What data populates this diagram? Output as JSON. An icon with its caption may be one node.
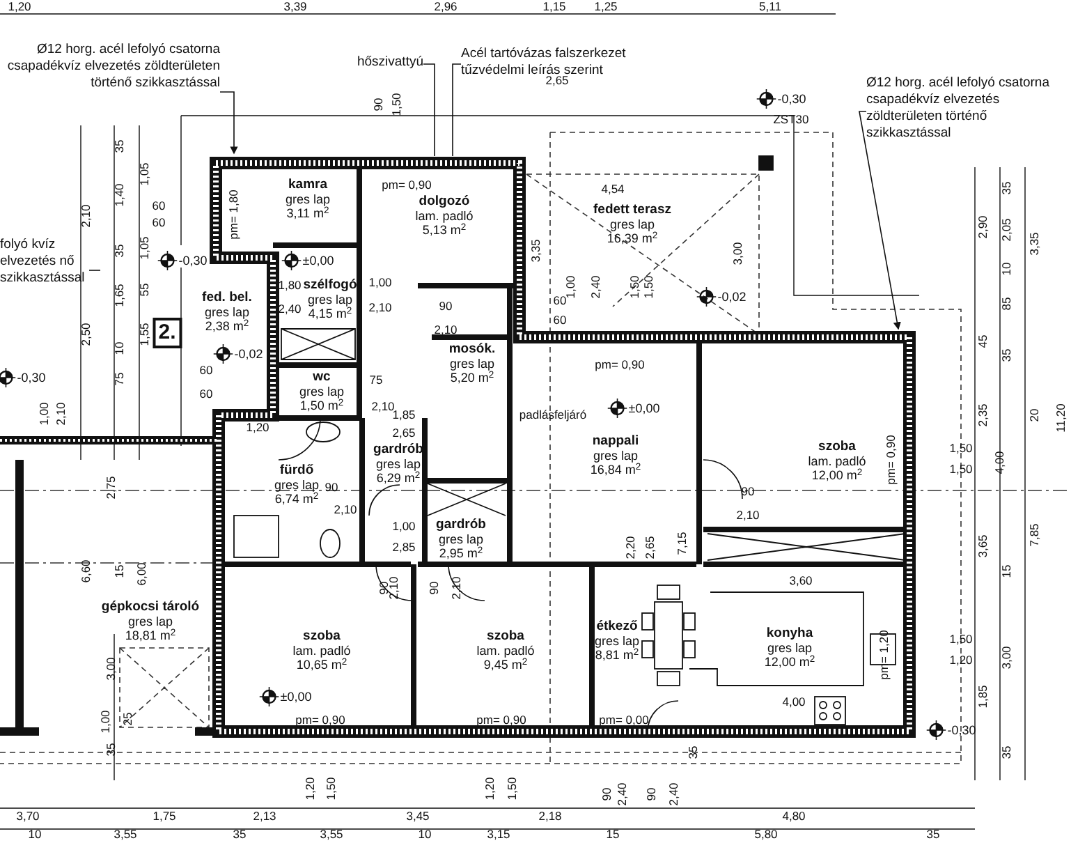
{
  "diagram": {
    "nodes": [
      {
        "text": [
          "kamra",
          "gres lap",
          "3,11 m$^{2}$"
        ]
      },
      {
        "text": [
          "dolgozó",
          "lam. padló",
          "5,13 m$^{2}$"
        ]
      },
      {
        "text": [
          "fedett terasz",
          "gres lap",
          "16,39 m$^{2}$"
        ]
      },
      {
        "text": [
          "fed. bel.",
          "gres lap",
          "2,38 m$^{2}$"
        ]
      },
      {
        "text": [
          "szélfogó",
          "gres lap",
          "4,15 m$^{2}$"
        ]
      },
      {
        "text": [
          "wc",
          "gres lap",
          "1,50 m$^{2}$"
        ]
      },
      {
        "text": [
          "mosók.",
          "gres lap",
          "5,20 m$^{2}$"
        ]
      },
      {
        "text": [
          "fürdő",
          "gres lap",
          "6,74 m$^{2}$"
        ]
      },
      {
        "text": [
          "gardrób",
          "gres lap",
          "6,29 m$^{2}$"
        ]
      },
      {
        "text": [
          "gardrób",
          "gres lap",
          "2,95 m$^{2}$"
        ]
      },
      {
        "text": [
          "nappali",
          "gres lap",
          "16,84 m$^{2}$"
        ]
      },
      {
        "text": [
          "szoba",
          "lam. padló",
          "12,00 m$^{2}$"
        ]
      },
      {
        "text": [
          "szoba",
          "lam. padló",
          "10,65 m$^{2}$"
        ]
      },
      {
        "text": [
          "szoba",
          "lam. padló",
          "9,45 m$^{2}$"
        ]
      },
      {
        "text": [
          "étkező",
          "gres lap",
          "8,81 m$^{2}$"
        ]
      },
      {
        "text": [
          "konyha",
          "gres lap",
          "12,00 m$^{2}$"
        ]
      },
      {
        "text": [
          "gépkocsi tároló",
          "gres lap",
          "18,81 m$^{2}$"
        ]
      },
      {
        "text": [
          "Ø12 horg. acél lefolyó csatorna csapadékvíz elvezetés zöldterületen történő szikkasztással"
        ]
      },
      {
        "text": [
          "hőszivattyú"
        ]
      },
      {
        "text": [
          "Acél tartóvázas falszerkezet tűzvédelmi leírás szerint"
        ]
      },
      {
        "text": [
          "Ø12 horg. acél lefolyó csatorna csapadékvíz elvezetés zöldterületen történő szikkasztással"
        ]
      },
      {
        "text": [
          "folyó kvíz elvezetés nő szikkasztással"
        ]
      }
    ],
    "edges": [
      {
        "from": 17,
        "to": null,
        "arrow": "to"
      },
      {
        "from": 18,
        "to": null,
        "arrow": "none"
      },
      {
        "from": 19,
        "to": null,
        "arrow": "none"
      },
      {
        "from": 20,
        "to": null,
        "arrow": "to"
      },
      {
        "from": 21,
        "to": null,
        "arrow": "none"
      }
    ],
    "labels": [
      "1,20",
      "3,39",
      "2,96",
      "1,15",
      "1,25",
      "5,11",
      "90",
      "1,50",
      "-0,30",
      "ZST30",
      "2,65",
      "pm= 0,90",
      "4,54",
      "35",
      "2,90",
      "2,05",
      "3,35",
      "pm= 1,80",
      "3,35",
      "3,00",
      "35",
      "1,05",
      "1,40",
      "2,10",
      "60",
      "60",
      "-0,30",
      "1,05",
      "35",
      "10",
      "-0,02",
      "1,00",
      "2,40",
      "1,50",
      "1,50",
      "60",
      "60",
      "1,65",
      "55",
      "±0,00",
      "1,80",
      "2,40",
      "1,00",
      "2,10",
      "85",
      "2.",
      "2,50",
      "1,55",
      "10",
      "-0,02",
      "90",
      "2,10",
      "pm= 0,90",
      "45",
      "35",
      "-0,30",
      "75",
      "60",
      "75",
      "1,00",
      "2,10",
      "60",
      "2,10",
      "padlásfeljáró",
      "±0,00",
      "2,35",
      "20",
      "11,20",
      "1,20",
      "1,85",
      "2,65",
      "90",
      "2,10",
      "1,00",
      "2,85",
      "1,50",
      "1,50",
      "4,00",
      "pm= 0,90",
      "2,75",
      "90",
      "2,10",
      "2,20",
      "2,65",
      "7,15",
      "3,65",
      "7,85",
      "15",
      "6,60",
      "15",
      "6,00",
      "90",
      "2,10",
      "90",
      "2,10",
      "3,60",
      "1,50",
      "1,20",
      "3,00",
      "pm= 1,20",
      "3,00",
      "±0,00",
      "4,00",
      "1,85",
      "pm= 0,90",
      "pm= 0,90",
      "pm= 0,00",
      "1,00",
      "25",
      "-0,30",
      "35",
      "35",
      "35",
      "1,20",
      "1,50",
      "1,20",
      "1,50",
      "90",
      "2,40",
      "90",
      "2,40",
      "3,70",
      "1,75",
      "2,13",
      "3,45",
      "2,18",
      "4,80",
      "10",
      "3,55",
      "35",
      "3,55",
      "10",
      "3,15",
      "15",
      "5,80",
      "35"
    ]
  }
}
